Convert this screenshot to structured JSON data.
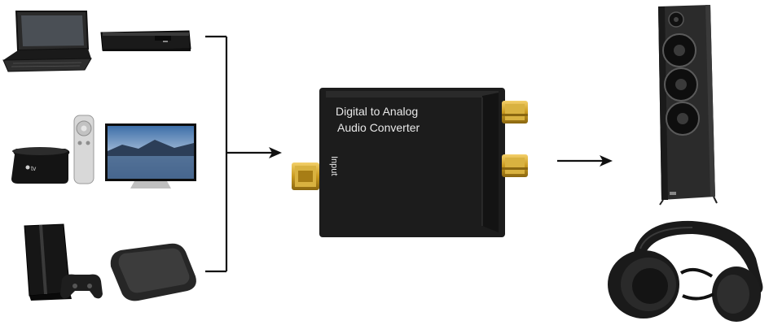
{
  "converter": {
    "title_line1": "Digital  to Analog",
    "title_line2": "Audio Converter",
    "input_label": "Input"
  },
  "sources": [
    {
      "icon": "laptop-icon"
    },
    {
      "icon": "set-top-box-icon"
    },
    {
      "icon": "apple-tv-icon"
    },
    {
      "icon": "remote-icon"
    },
    {
      "icon": "television-icon"
    },
    {
      "icon": "game-console-icon"
    },
    {
      "icon": "gamepad-icon"
    },
    {
      "icon": "media-box-icon"
    }
  ],
  "outputs": [
    {
      "icon": "speaker-icon"
    },
    {
      "icon": "headphones-icon"
    }
  ],
  "colors": {
    "device_body": "#1c1c1c",
    "gold_connector": "#c9a227",
    "connector_lines": "#111111"
  }
}
